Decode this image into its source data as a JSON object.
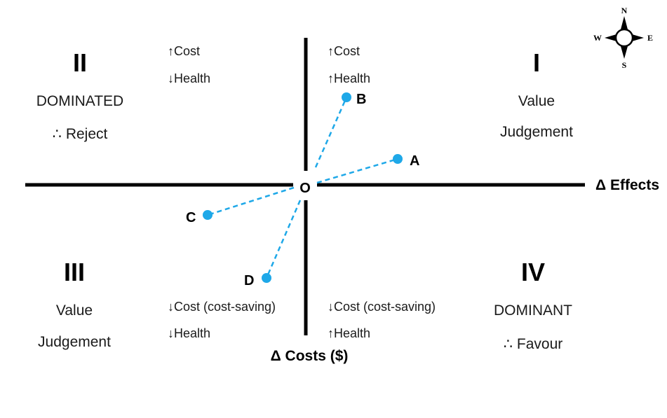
{
  "origin_label": "O",
  "axes": {
    "x_label": "Δ Effects",
    "y_label": "Δ Costs ($)"
  },
  "quadrants": {
    "q1": {
      "numeral": "I",
      "title": "Value",
      "subtitle": "Judgement",
      "cost_note": "↑Cost",
      "health_note": "↑Health"
    },
    "q2": {
      "numeral": "II",
      "title": "DOMINATED",
      "subtitle": "∴ Reject",
      "cost_note": "↑Cost",
      "health_note": "↓Health"
    },
    "q3": {
      "numeral": "III",
      "title": "Value",
      "subtitle": "Judgement",
      "cost_note": "↓Cost (cost-saving)",
      "health_note": "↓Health"
    },
    "q4": {
      "numeral": "IV",
      "title": "DOMINANT",
      "subtitle": "∴ Favour",
      "cost_note": "↓Cost (cost-saving)",
      "health_note": "↑Health"
    }
  },
  "points": [
    {
      "label": "A"
    },
    {
      "label": "B"
    },
    {
      "label": "C"
    },
    {
      "label": "D"
    }
  ],
  "compass": {
    "north": "N",
    "south": "S",
    "east": "E",
    "west": "W"
  },
  "colors": {
    "point": "#1ea8e8",
    "axis": "#000000",
    "text": "#1a1a1a"
  }
}
